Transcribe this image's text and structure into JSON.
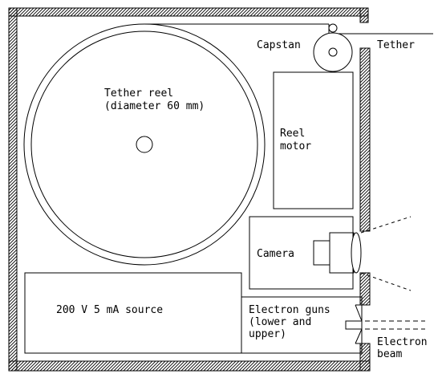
{
  "labels": {
    "capstan": "Capstan",
    "tether": "Tether",
    "tether_reel_line1": "Tether reel",
    "tether_reel_line2": "(diameter 60 mm)",
    "reel_motor_line1": "Reel",
    "reel_motor_line2": "motor",
    "camera": "Camera",
    "source": "200 V 5 mA source",
    "guns_line1": "Electron guns",
    "guns_line2": "(lower and",
    "guns_line3": "upper)",
    "beam_line1": "Electron",
    "beam_line2": "beam"
  }
}
